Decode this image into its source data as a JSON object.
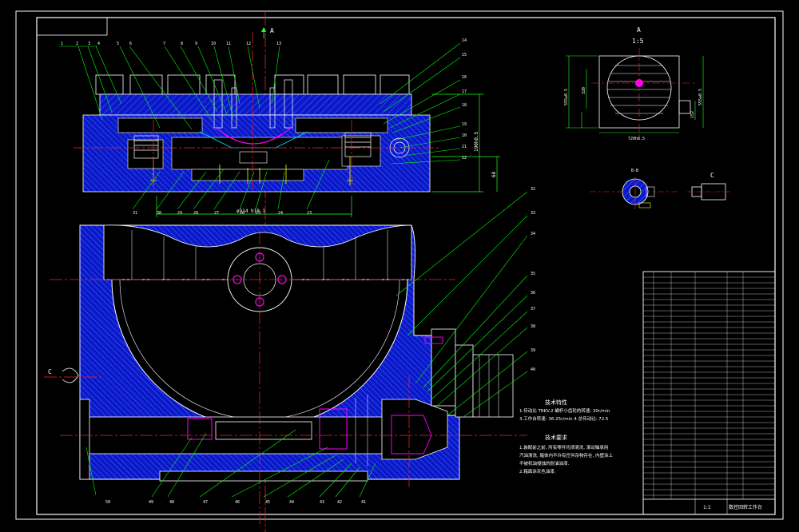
{
  "colors": {
    "background": "#000000",
    "outline": "#ffffff",
    "section_fill": "#0a18c8",
    "hatch": "#4a6cff",
    "centerline": "#ff2020",
    "leader": "#00ff00",
    "dimension": "#20ff20",
    "accent_magenta": "#ff00ff",
    "accent_cyan": "#00e5ff",
    "accent_yellow": "#ffff00"
  },
  "view_labels": {
    "section_a_top": "A",
    "view_a": "A",
    "view_a_scale": "1:5",
    "section_bb": "B-B",
    "view_c_right": "C",
    "view_c_left": "C"
  },
  "dimensions": {
    "dia_314": "ø314 h10.1",
    "height_190": "190h8.5",
    "height_68": "68",
    "view_a_width": "720h8.5",
    "view_a_h1": "555±0.5",
    "view_a_h2": "320",
    "view_a_h3": "555±0.5",
    "view_a_h4": "152"
  },
  "part_numbers": [
    "1",
    "2",
    "3",
    "4",
    "5",
    "6",
    "7",
    "8",
    "9",
    "10",
    "11",
    "12",
    "13",
    "14",
    "15",
    "16",
    "17",
    "18",
    "19",
    "20",
    "21",
    "22",
    "23",
    "24",
    "25",
    "26",
    "27",
    "28",
    "29",
    "30",
    "31",
    "32",
    "33",
    "34",
    "35",
    "36",
    "37",
    "38",
    "39",
    "40",
    "41",
    "42",
    "43",
    "44",
    "45",
    "46",
    "47",
    "48",
    "49",
    "50"
  ],
  "notes": {
    "spec_title": "技术特性",
    "spec_line1": "1.传动比 TRKV.2 蜗杆小齿轮的转速: 30r/min",
    "spec_line2": "3.工作台转速: 36.25r/min  4.总传动比: 72.5",
    "req_title": "技术要求",
    "req_line1": "1.装配前之前, 所有零件均须清洗, 滚动轴承用",
    "req_line2": "汽油清洗, 箱体内不许有任何杂物存在, 内壁涂上",
    "req_line3": "不被机油侵蚀的耐油油漆.",
    "req_line4": "2.箱面涂灰色油漆."
  },
  "title_block": {
    "main_title": "数控回转工作台",
    "scale": "1:1"
  }
}
